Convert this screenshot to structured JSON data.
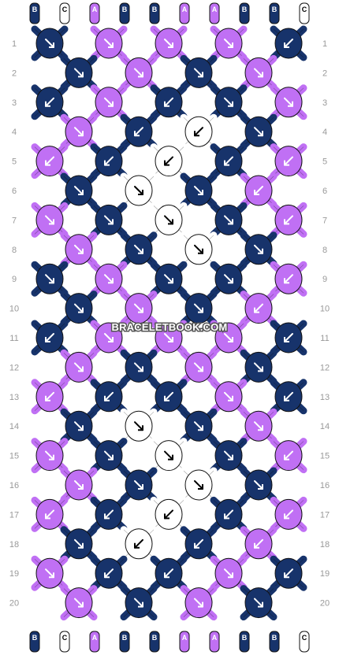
{
  "watermark": "BRACELETBOOK.COM",
  "colors": {
    "B": "#17336b",
    "A": "#c070f4",
    "C": "#ffffff"
  },
  "strands_top": [
    "B",
    "C",
    "A",
    "B",
    "B",
    "A",
    "A",
    "B",
    "B",
    "C"
  ],
  "strands_bottom": [
    "B",
    "C",
    "A",
    "B",
    "B",
    "A",
    "A",
    "B",
    "B",
    "C"
  ],
  "row_numbers": [
    "1",
    "2",
    "3",
    "4",
    "5",
    "6",
    "7",
    "8",
    "9",
    "10",
    "11",
    "12",
    "13",
    "14",
    "15",
    "16",
    "17",
    "18",
    "19",
    "20"
  ],
  "knots": [
    [
      {
        "c": "B",
        "d": "r"
      },
      {
        "c": "A",
        "d": "r"
      },
      {
        "c": "A",
        "d": "r"
      },
      {
        "c": "A",
        "d": "r"
      },
      {
        "c": "B",
        "d": "l"
      }
    ],
    [
      {
        "c": "B",
        "d": "r"
      },
      {
        "c": "A",
        "d": "r"
      },
      {
        "c": "B",
        "d": "r"
      },
      {
        "c": "A",
        "d": "r"
      }
    ],
    [
      {
        "c": "B",
        "d": "l"
      },
      {
        "c": "A",
        "d": "r"
      },
      {
        "c": "B",
        "d": "l"
      },
      {
        "c": "B",
        "d": "r"
      },
      {
        "c": "A",
        "d": "r"
      }
    ],
    [
      {
        "c": "A",
        "d": "r"
      },
      {
        "c": "B",
        "d": "l"
      },
      {
        "c": "C",
        "d": "l"
      },
      {
        "c": "B",
        "d": "r"
      }
    ],
    [
      {
        "c": "A",
        "d": "l"
      },
      {
        "c": "B",
        "d": "l"
      },
      {
        "c": "C",
        "d": "l"
      },
      {
        "c": "B",
        "d": "l"
      },
      {
        "c": "A",
        "d": "l"
      }
    ],
    [
      {
        "c": "B",
        "d": "r"
      },
      {
        "c": "C",
        "d": "r"
      },
      {
        "c": "B",
        "d": "r"
      },
      {
        "c": "A",
        "d": "l"
      }
    ],
    [
      {
        "c": "A",
        "d": "r"
      },
      {
        "c": "B",
        "d": "r"
      },
      {
        "c": "C",
        "d": "r"
      },
      {
        "c": "B",
        "d": "r"
      },
      {
        "c": "A",
        "d": "l"
      }
    ],
    [
      {
        "c": "A",
        "d": "r"
      },
      {
        "c": "B",
        "d": "r"
      },
      {
        "c": "C",
        "d": "r"
      },
      {
        "c": "B",
        "d": "r"
      }
    ],
    [
      {
        "c": "B",
        "d": "r"
      },
      {
        "c": "A",
        "d": "r"
      },
      {
        "c": "B",
        "d": "r"
      },
      {
        "c": "B",
        "d": "r"
      },
      {
        "c": "A",
        "d": "l"
      }
    ],
    [
      {
        "c": "B",
        "d": "r"
      },
      {
        "c": "A",
        "d": "r"
      },
      {
        "c": "B",
        "d": "r"
      },
      {
        "c": "A",
        "d": "l"
      }
    ],
    [
      {
        "c": "B",
        "d": "l"
      },
      {
        "c": "A",
        "d": "r"
      },
      {
        "c": "A",
        "d": "r"
      },
      {
        "c": "A",
        "d": "r"
      },
      {
        "c": "B",
        "d": "l"
      }
    ],
    [
      {
        "c": "A",
        "d": "r"
      },
      {
        "c": "B",
        "d": "r"
      },
      {
        "c": "A",
        "d": "r"
      },
      {
        "c": "B",
        "d": "r"
      }
    ],
    [
      {
        "c": "A",
        "d": "l"
      },
      {
        "c": "B",
        "d": "l"
      },
      {
        "c": "B",
        "d": "l"
      },
      {
        "c": "A",
        "d": "r"
      },
      {
        "c": "B",
        "d": "l"
      }
    ],
    [
      {
        "c": "B",
        "d": "r"
      },
      {
        "c": "C",
        "d": "r"
      },
      {
        "c": "B",
        "d": "r"
      },
      {
        "c": "A",
        "d": "r"
      }
    ],
    [
      {
        "c": "A",
        "d": "r"
      },
      {
        "c": "B",
        "d": "r"
      },
      {
        "c": "C",
        "d": "r"
      },
      {
        "c": "B",
        "d": "r"
      },
      {
        "c": "A",
        "d": "l"
      }
    ],
    [
      {
        "c": "A",
        "d": "r"
      },
      {
        "c": "B",
        "d": "r"
      },
      {
        "c": "C",
        "d": "r"
      },
      {
        "c": "B",
        "d": "r"
      }
    ],
    [
      {
        "c": "A",
        "d": "l"
      },
      {
        "c": "B",
        "d": "l"
      },
      {
        "c": "C",
        "d": "l"
      },
      {
        "c": "B",
        "d": "l"
      },
      {
        "c": "A",
        "d": "l"
      }
    ],
    [
      {
        "c": "B",
        "d": "r"
      },
      {
        "c": "C",
        "d": "l"
      },
      {
        "c": "B",
        "d": "l"
      },
      {
        "c": "A",
        "d": "l"
      }
    ],
    [
      {
        "c": "A",
        "d": "r"
      },
      {
        "c": "B",
        "d": "l"
      },
      {
        "c": "B",
        "d": "l"
      },
      {
        "c": "A",
        "d": "r"
      },
      {
        "c": "B",
        "d": "l"
      }
    ],
    [
      {
        "c": "A",
        "d": "r"
      },
      {
        "c": "B",
        "d": "r"
      },
      {
        "c": "A",
        "d": "r"
      },
      {
        "c": "B",
        "d": "r"
      }
    ]
  ]
}
